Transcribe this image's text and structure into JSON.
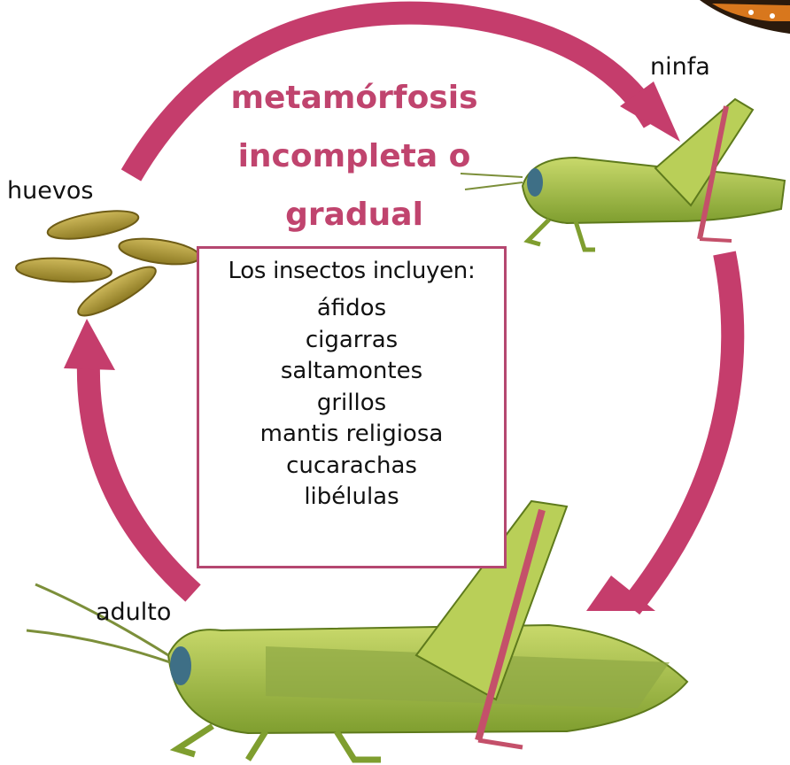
{
  "title": {
    "line1": "metamórfosis",
    "line2": "incompleta o",
    "line3": "gradual"
  },
  "stages": {
    "eggs": "huevos",
    "nymph": "ninfa",
    "adult": "adulto"
  },
  "infobox": {
    "heading": "Los insectos incluyen:",
    "items": [
      "áfidos",
      "cigarras",
      "saltamontes",
      "grillos",
      "mantis religiosa",
      "cucarachas",
      "libélulas"
    ]
  },
  "colors": {
    "arrow": "#c53d6c",
    "title": "#c0446e",
    "box_border": "#b54770",
    "insect_green": "#a7c24a",
    "egg": "#b09a3a"
  },
  "icons": [
    "cycle-arrow-icon",
    "egg-icon",
    "grasshopper-nymph-icon",
    "grasshopper-adult-icon",
    "butterfly-wing-icon"
  ]
}
